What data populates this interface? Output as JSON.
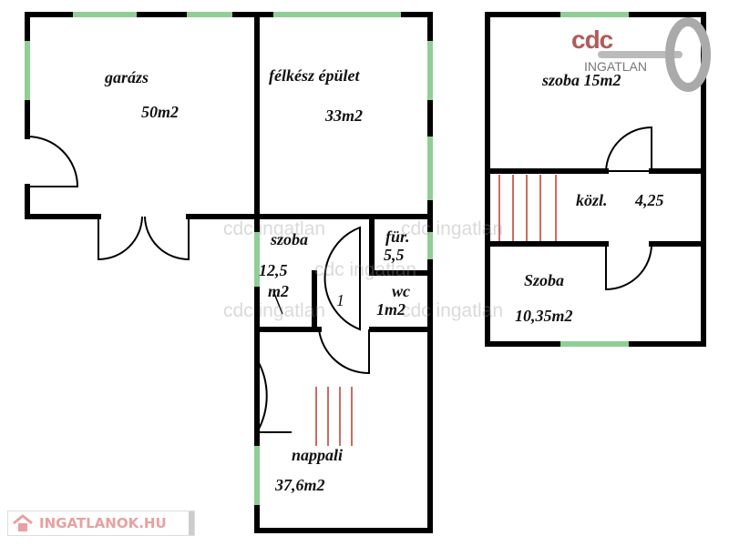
{
  "rooms": {
    "garage": {
      "name": "garázs",
      "area": "50m2"
    },
    "unfinished": {
      "name": "félkész épület",
      "area": "33m2"
    },
    "room_small": {
      "name": "szoba",
      "area_line1": "12,5",
      "area_line2": "m2"
    },
    "bathroom": {
      "name": "für.",
      "area": "5,5"
    },
    "wc": {
      "name": "wc",
      "area": "1m2"
    },
    "stair_mark": "1",
    "living": {
      "name": "nappali",
      "area": "37,6m2"
    },
    "room_upper": {
      "label": "szoba 15m2"
    },
    "hall": {
      "name": "közl.",
      "area": "4,25"
    },
    "room_lower": {
      "name": "Szoba",
      "area": "10,35m2"
    }
  },
  "watermark": "cdc ingatlan",
  "logo": {
    "brand": "cdc",
    "sub": "INGATLAN"
  },
  "badge": {
    "text": "INGATLANOK.HU"
  },
  "colors": {
    "wall": "#000000",
    "window": "#8fcf95",
    "stair": "#c0392b"
  }
}
